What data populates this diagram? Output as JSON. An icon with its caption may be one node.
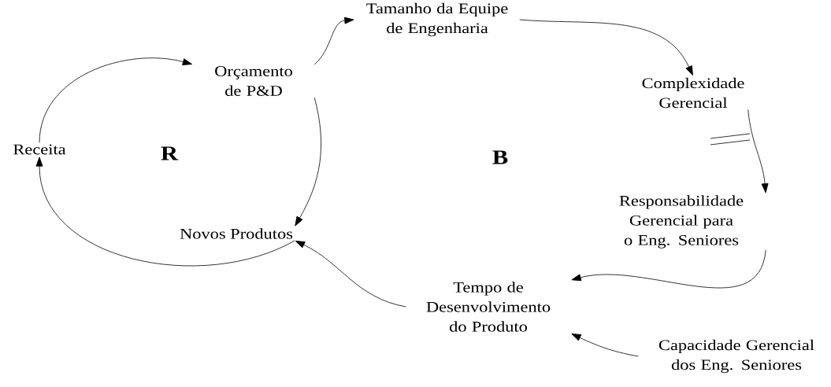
{
  "diagram": {
    "nodes": [
      {
        "text": [
          "Receita"
        ]
      },
      {
        "text": [
          "Orçamento de P&D"
        ]
      },
      {
        "text": [
          "Novos Produtos"
        ]
      },
      {
        "text": [
          "Tamanho da Equipe de Engenharia"
        ]
      },
      {
        "text": [
          "Complexidade Gerencial"
        ]
      },
      {
        "text": [
          "Responsabilidade Gerencial para o Eng. Seniores"
        ]
      },
      {
        "text": [
          "Tempo de Desenvolvimento do Produto"
        ]
      },
      {
        "text": [
          "Capacidade Gerencial dos Eng. Seniores"
        ]
      }
    ],
    "edges": [
      {
        "from": 0,
        "to": 1,
        "arrow": "to"
      },
      {
        "from": 1,
        "to": 2,
        "arrow": "to"
      },
      {
        "from": 2,
        "to": 0,
        "arrow": "to"
      },
      {
        "from": 1,
        "to": 3,
        "arrow": "to"
      },
      {
        "from": 3,
        "to": 4,
        "arrow": "to"
      },
      {
        "from": 4,
        "to": 5,
        "arrow": "to"
      },
      {
        "from": 5,
        "to": 6,
        "arrow": "to"
      },
      {
        "from": 6,
        "to": 2,
        "arrow": "to"
      },
      {
        "from": 7,
        "to": 6,
        "arrow": "to"
      }
    ],
    "labels": [
      "R",
      "B"
    ]
  }
}
